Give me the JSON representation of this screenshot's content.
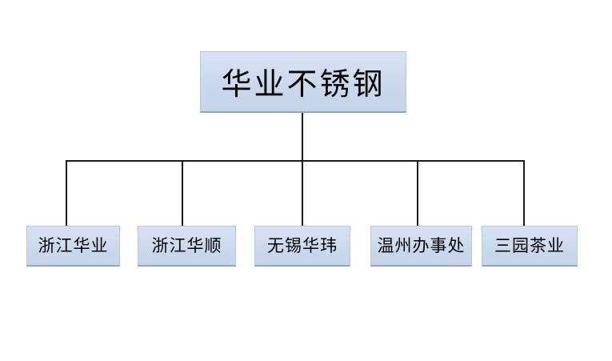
{
  "diagram": {
    "type": "org-chart",
    "root": {
      "id": "huaye-stainless-steel",
      "label": "华业不锈钢"
    },
    "children": [
      {
        "id": "zhejiang-huaye",
        "label": "浙江华业"
      },
      {
        "id": "zhejiang-huashun",
        "label": "浙江华顺"
      },
      {
        "id": "wuxi-huawei",
        "label": "无锡华玮"
      },
      {
        "id": "wenzhou-office",
        "label": "温州办事处"
      },
      {
        "id": "sanyuan-tea",
        "label": "三园茶业"
      }
    ],
    "colors": {
      "background": "#ffffff",
      "node_fill": "#cad8ec",
      "node_fill_top": "#d8e2f3",
      "node_border": "#b9c7dd",
      "node_bottom_edge": "#96a3b9",
      "connector": "#1a1a1a",
      "text": "#000000"
    }
  }
}
